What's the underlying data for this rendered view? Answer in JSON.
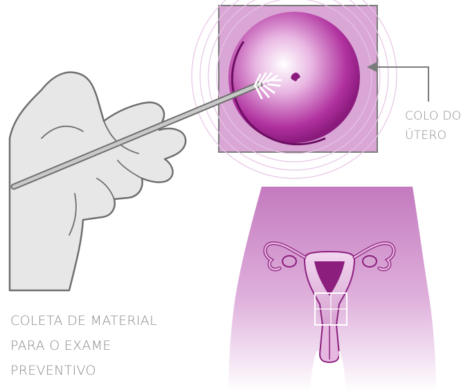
{
  "labels": {
    "cervix": {
      "line1": "COLO DO",
      "line2": "ÚTERO"
    },
    "caption": {
      "line1": "COLETA DE MATERIAL",
      "line2": "PARA O EXAME",
      "line3": "PREVENTIVO"
    }
  },
  "colors": {
    "inset_bg": "#d9a6d6",
    "inset_border": "#7b7b7b",
    "cervix_dark": "#9a1f8a",
    "cervix_light": "#ffffff",
    "body_top": "#c47abf",
    "body_bottom": "#ffffff",
    "organ_dark": "#8c1f7e",
    "organ_light": "#e6b7e0",
    "hand_fill": "#e7e7e7",
    "hand_stroke": "#6e6e6e",
    "pointer": "#7b7b7b",
    "text": "#8a8a8a"
  }
}
